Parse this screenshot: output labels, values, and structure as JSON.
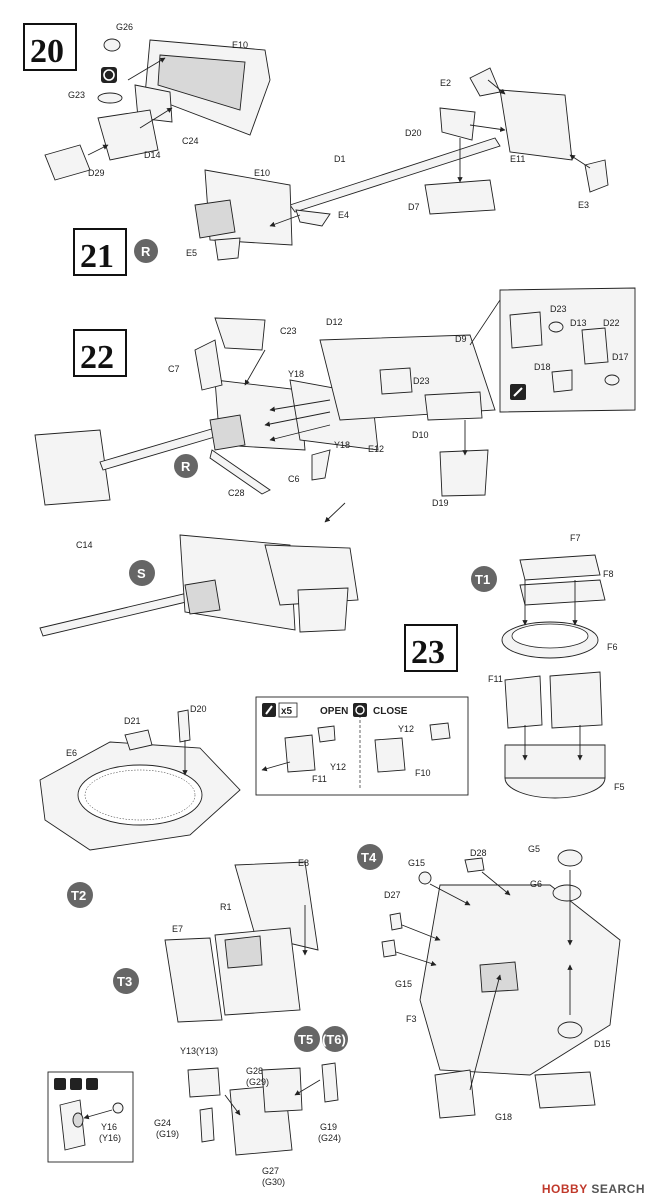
{
  "steps": {
    "s20": "20",
    "s21": "21",
    "s22": "22",
    "s23": "23"
  },
  "badges": {
    "r1": "R",
    "r2": "R",
    "s": "S",
    "t1": "T1",
    "t2": "T2",
    "t3": "T3",
    "t4": "T4",
    "t5": "T5",
    "t6": "(T6)"
  },
  "labels": {
    "step20": [
      "G26",
      "E10",
      "G23",
      "C24",
      "D14",
      "D29",
      "E2",
      "D20",
      "E11",
      "D1",
      "E10",
      "D7",
      "E3",
      "E4",
      "E5"
    ],
    "step22": [
      "C23",
      "D12",
      "D23",
      "D13",
      "D22",
      "C7",
      "Y18",
      "D9",
      "D18",
      "D17",
      "D23",
      "Y18",
      "E12",
      "D10",
      "C6",
      "C28",
      "D19",
      "C14"
    ],
    "step23": [
      "F7",
      "F8",
      "F6",
      "F11",
      "F5",
      "D21",
      "D20",
      "E6",
      "Y12",
      "F11",
      "Y12",
      "F10",
      "E8",
      "R1",
      "E7",
      "G15",
      "D28",
      "G5",
      "G6",
      "D27",
      "G15",
      "F3",
      "D15",
      "Y13(Y13)",
      "G28",
      "(G29)",
      "G24",
      "(G19)",
      "G27",
      "(G30)",
      "G19",
      "(G24)",
      "Y16",
      "(Y16)",
      "G18"
    ]
  },
  "callout_open_close": {
    "x5": "x5",
    "open": "OPEN",
    "close": "CLOSE"
  },
  "watermark": {
    "brand": "HOBBY",
    "site": "SEARCH"
  },
  "icons": [
    "glue-icon",
    "rotate-icon",
    "paint-icon"
  ]
}
